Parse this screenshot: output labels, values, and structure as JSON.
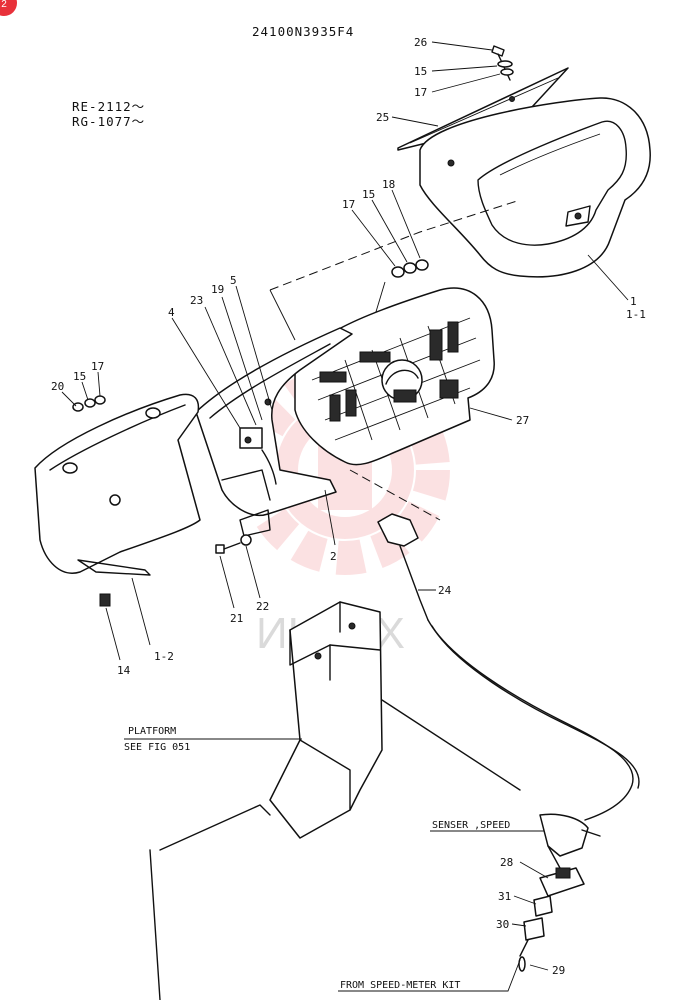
{
  "drawing_number": "24100N3935F4",
  "serial_ranges": [
    "RE-2112～",
    "RG-1077～"
  ],
  "watermark_text": "ИНТЕХ",
  "corner_badge": "2",
  "callouts": {
    "c26": "26",
    "c15a": "15",
    "c17a": "17",
    "c25": "25",
    "c18": "18",
    "c15b": "15",
    "c17b": "17",
    "c1": "1",
    "c1_1": "1-1",
    "c19": "19",
    "c23": "23",
    "c5": "5",
    "c4": "4",
    "c20": "20",
    "c15c": "15",
    "c17c": "17",
    "c27": "27",
    "c2": "2",
    "c24": "24",
    "c21": "21",
    "c22": "22",
    "c14": "14",
    "c1_2": "1-2",
    "c28": "28",
    "c31": "31",
    "c30": "30",
    "c29": "29"
  },
  "notes": {
    "platform_line1": "PLATFORM",
    "platform_line2": "SEE FIG 051",
    "senser": "SENSER ,SPEED",
    "from_kit": "FROM SPEED-METER KIT"
  },
  "colors": {
    "line": "#111111",
    "watermark": "#e8313a",
    "badge": "#e8313a"
  }
}
